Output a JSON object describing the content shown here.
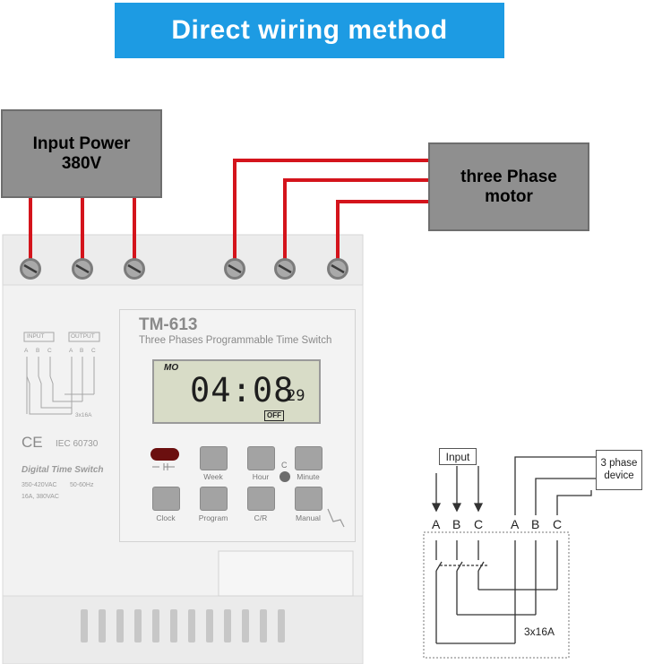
{
  "banner": {
    "title": "Direct wiring method"
  },
  "input_power": {
    "line1": "Input Power",
    "line2": "380V"
  },
  "motor": {
    "line1": "three Phase",
    "line2": "motor"
  },
  "device": {
    "model": "TM-613",
    "subtitle": "Three Phases Programmable Time Switch",
    "lcd": {
      "day": "MO",
      "time": "04:08",
      "seconds": "29",
      "status": "OFF"
    },
    "buttons": [
      "Week",
      "Hour",
      "Minute",
      "Clock",
      "Program",
      "C/R",
      "Manual"
    ],
    "c_label": "C",
    "schematic": {
      "input": "INPUT",
      "output": "OUTPUT",
      "phases": [
        "A",
        "B",
        "C",
        "A",
        "B",
        "C"
      ],
      "rating": "3x16A"
    },
    "ce": "CE",
    "standard": "IEC 60730",
    "product_name": "Digital Time Switch",
    "voltage": "350-420VAC",
    "frequency": "50-60Hz",
    "current": "16A, 380VAC"
  },
  "diagram": {
    "input_label": "Input",
    "device_label_1": "3 phase",
    "device_label_2": "device",
    "phases": [
      "A",
      "B",
      "C",
      "A",
      "B",
      "C"
    ],
    "rating": "3x16A"
  },
  "colors": {
    "banner": "#1d9be3",
    "wire": "#d4141c",
    "box": "#8f8f8f"
  }
}
